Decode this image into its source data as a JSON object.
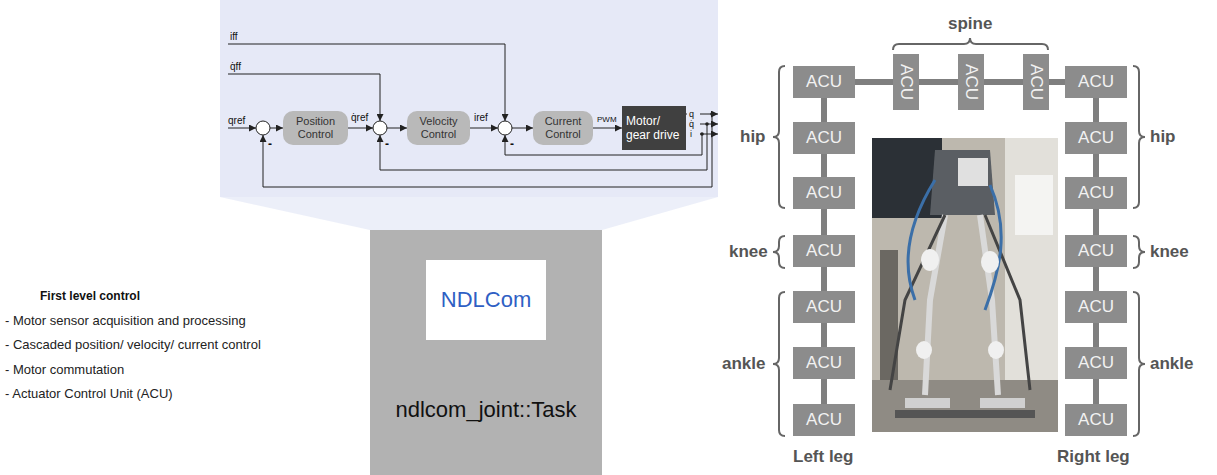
{
  "diagram": {
    "nodes": [
      {
        "text": [
          "Position Control"
        ]
      },
      {
        "text": [
          "Velocity Control"
        ]
      },
      {
        "text": [
          "Current Control"
        ]
      },
      {
        "text": [
          "Motor/ gear drive"
        ]
      },
      {
        "text": [
          "ndlcom_joint::Task"
        ]
      },
      {
        "text": [
          "NDLCom"
        ],
        "in": 4
      },
      {
        "text": [
          "ACU"
        ]
      },
      {
        "text": [
          "ACU"
        ]
      },
      {
        "text": [
          "ACU"
        ]
      },
      {
        "text": [
          "ACU"
        ]
      },
      {
        "text": [
          "ACU"
        ]
      },
      {
        "text": [
          "ACU"
        ]
      },
      {
        "text": [
          "ACU"
        ]
      },
      {
        "text": [
          "ACU"
        ]
      },
      {
        "text": [
          "ACU"
        ]
      },
      {
        "text": [
          "ACU"
        ]
      },
      {
        "text": [
          "ACU"
        ]
      },
      {
        "text": [
          "ACU"
        ]
      },
      {
        "text": [
          "ACU"
        ]
      },
      {
        "text": [
          "ACU"
        ]
      },
      {
        "text": [
          "ACU"
        ]
      },
      {
        "text": [
          "ACU"
        ]
      },
      {
        "text": [
          "ACU"
        ]
      }
    ],
    "edges": [
      {
        "from": 0,
        "to": 1,
        "arrow": "to",
        "label": "q̇ref"
      },
      {
        "from": 1,
        "to": 2,
        "arrow": "to",
        "label": "iref"
      },
      {
        "from": 2,
        "to": 3,
        "arrow": "to",
        "label": "PWM"
      },
      {
        "from": 6,
        "to": 7,
        "arrow": "none"
      },
      {
        "from": 7,
        "to": 8,
        "arrow": "none"
      },
      {
        "from": 8,
        "to": 9,
        "arrow": "none"
      },
      {
        "from": 9,
        "to": 10,
        "arrow": "none"
      },
      {
        "from": 6,
        "to": 11,
        "arrow": "none"
      },
      {
        "from": 11,
        "to": 13,
        "arrow": "none"
      },
      {
        "from": 13,
        "to": 15,
        "arrow": "none"
      },
      {
        "from": 15,
        "to": 17,
        "arrow": "none"
      },
      {
        "from": 17,
        "to": 19,
        "arrow": "none"
      },
      {
        "from": 19,
        "to": 21,
        "arrow": "none"
      },
      {
        "from": 10,
        "to": 12,
        "arrow": "none"
      },
      {
        "from": 12,
        "to": 14,
        "arrow": "none"
      },
      {
        "from": 14,
        "to": 16,
        "arrow": "none"
      },
      {
        "from": 16,
        "to": 18,
        "arrow": "none"
      },
      {
        "from": 18,
        "to": 20,
        "arrow": "none"
      },
      {
        "from": 20,
        "to": 22,
        "arrow": "none"
      }
    ],
    "labels": [
      "iff",
      "q̇ff",
      "qref",
      "-",
      "-",
      "-",
      "q",
      "q̇",
      "i",
      "First level control",
      "- Motor sensor acquisition and processing",
      "- Cascaded position/ velocity/ current control",
      "- Motor commutation",
      "- Actuator Control Unit (ACU)",
      "spine",
      "hip",
      "hip",
      "knee",
      "knee",
      "ankle",
      "ankle",
      "Left leg",
      "Right leg"
    ]
  }
}
